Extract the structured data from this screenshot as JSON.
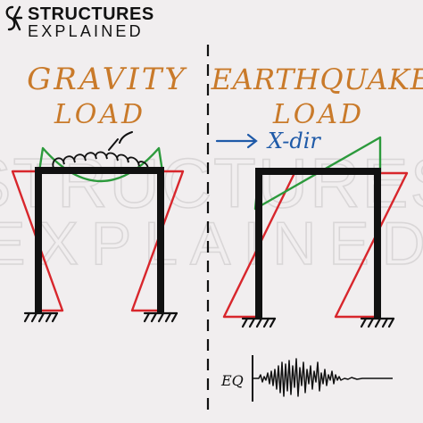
{
  "brand": {
    "line1": "STRUCTURES",
    "line2": "EXPLAINED",
    "watermark_line1": "STRUCTURES",
    "watermark_line2": "EXPLAINED"
  },
  "left_panel": {
    "title_line1": "GRAVITY",
    "title_line2": "LOAD"
  },
  "right_panel": {
    "title_line1": "EARTHQUAKE",
    "title_line2": "LOAD",
    "direction_label": "X-dir",
    "ground_motion_label": "EQ"
  },
  "colors": {
    "background": "#f1eeef",
    "title": "#c97a2a",
    "frame": "#111111",
    "moment_red": "#d8262c",
    "moment_green": "#2c9a3c",
    "direction_blue": "#1f5aa8",
    "watermark": "#d9d6d7"
  }
}
